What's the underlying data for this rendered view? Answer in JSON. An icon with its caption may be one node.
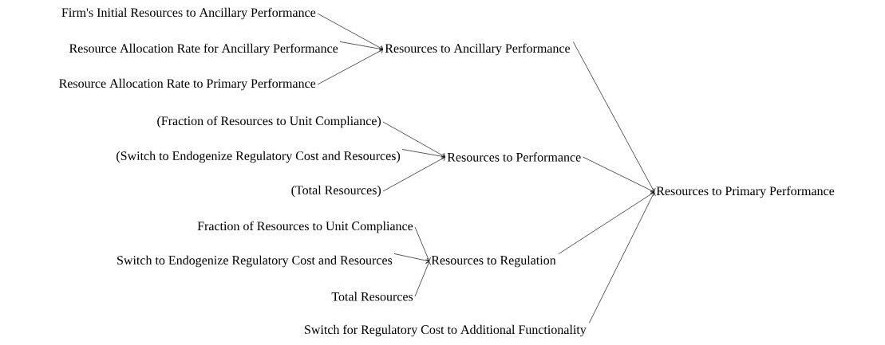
{
  "diagram": {
    "nodes": [
      {
        "text": [
          "Firm's Initial Resources to Ancillary Performance"
        ]
      },
      {
        "text": [
          "Resource Allocation Rate for Ancillary Performance"
        ]
      },
      {
        "text": [
          "Resource Allocation Rate to Primary Performance"
        ]
      },
      {
        "text": [
          "Resources to Ancillary Performance"
        ]
      },
      {
        "text": [
          "(Fraction of Resources to Unit Compliance)"
        ]
      },
      {
        "text": [
          "(Switch to Endogenize Regulatory Cost and Resources)"
        ]
      },
      {
        "text": [
          "(Total Resources)"
        ]
      },
      {
        "text": [
          "Resources to Performance"
        ]
      },
      {
        "text": [
          "Fraction of Resources to Unit Compliance"
        ]
      },
      {
        "text": [
          "Switch to Endogenize Regulatory Cost and Resources"
        ]
      },
      {
        "text": [
          "Total Resources"
        ]
      },
      {
        "text": [
          "Resources to Regulation"
        ]
      },
      {
        "text": [
          "Switch for Regulatory Cost to Additional Functionality"
        ]
      },
      {
        "text": [
          "Resources to Primary Performance"
        ]
      }
    ],
    "edges": [
      {
        "from": 0,
        "to": 3,
        "arrow": "to"
      },
      {
        "from": 1,
        "to": 3,
        "arrow": "to"
      },
      {
        "from": 2,
        "to": 3,
        "arrow": "to"
      },
      {
        "from": 4,
        "to": 7,
        "arrow": "to"
      },
      {
        "from": 5,
        "to": 7,
        "arrow": "to"
      },
      {
        "from": 6,
        "to": 7,
        "arrow": "to"
      },
      {
        "from": 8,
        "to": 11,
        "arrow": "to"
      },
      {
        "from": 9,
        "to": 11,
        "arrow": "to"
      },
      {
        "from": 10,
        "to": 11,
        "arrow": "to"
      },
      {
        "from": 3,
        "to": 13,
        "arrow": "to"
      },
      {
        "from": 7,
        "to": 13,
        "arrow": "to"
      },
      {
        "from": 11,
        "to": 13,
        "arrow": "to"
      },
      {
        "from": 12,
        "to": 13,
        "arrow": "to"
      }
    ]
  }
}
